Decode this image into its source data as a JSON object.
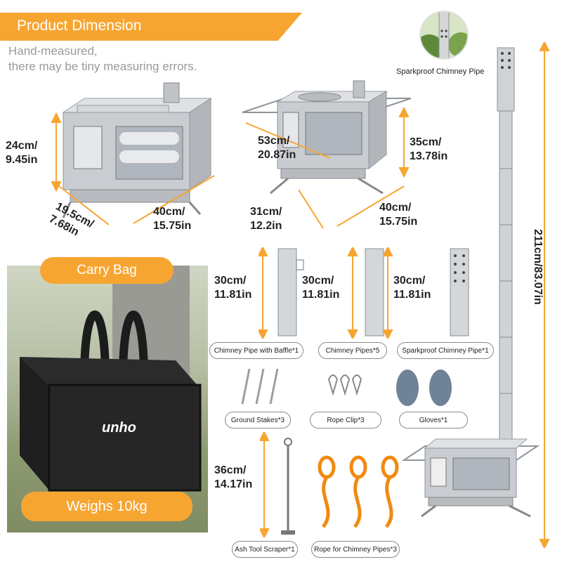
{
  "header": {
    "title": "Product Dimension",
    "note_line1": "Hand-measured,",
    "note_line2": "there may be tiny measuring errors."
  },
  "stove_left": {
    "height": "24cm/\n9.45in",
    "depth": "19.5cm/\n7.68in",
    "width": "40cm/\n15.75in"
  },
  "stove_right": {
    "rack_width": "53cm/\n20.87in",
    "height": "35cm/\n13.78in",
    "depth": "31cm/\n12.2in",
    "width": "40cm/\n15.75in"
  },
  "chimney": {
    "label": "Sparkproof Chimney Pipe",
    "total_height": "211cm/83.07in"
  },
  "carry_bag": {
    "title": "Carry Bag",
    "brand": "unho",
    "weight": "Weighs 10kg"
  },
  "pipes": [
    {
      "length": "30cm/\n11.81in",
      "label": "Chimney Pipe with Baffle*1"
    },
    {
      "length": "30cm/\n11.81in",
      "label": "Chimney Pipes*5"
    },
    {
      "length": "30cm/\n11.81in",
      "label": "Sparkproof Chimney Pipe*1"
    }
  ],
  "accessories": [
    {
      "label": "Ground Stakes*3"
    },
    {
      "label": "Rope Clip*3"
    },
    {
      "label": "Gloves*1"
    }
  ],
  "scraper": {
    "length": "36cm/\n14.17in",
    "label": "Ash Tool Scraper*1"
  },
  "rope": {
    "label": "Rope for Chimney Pipes*3"
  },
  "colors": {
    "accent": "#f7a531",
    "steel": "#c9ccd0",
    "rope": "#f08a12",
    "glove": "#6f8296"
  }
}
